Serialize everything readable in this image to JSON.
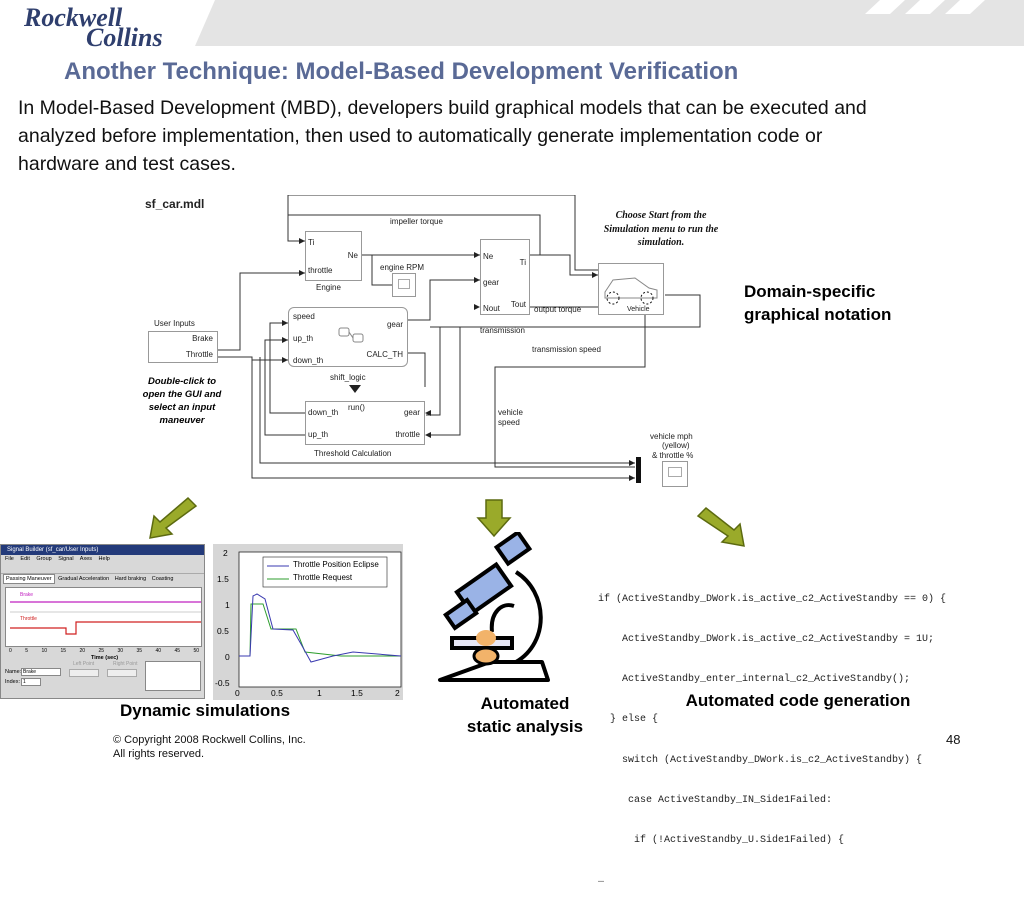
{
  "header": {
    "logo_line1": "Rockwell",
    "logo_line2": "Collins",
    "title": "Another Technique: Model-Based Development Verification"
  },
  "intro": "In Model-Based Development (MBD), developers build graphical models that can be executed and analyzed before implementation, then used to automatically generate implementation code or hardware and test cases.",
  "model": {
    "name": "sf_car.mdl",
    "user_inputs": "User Inputs",
    "brake": "Brake",
    "throttle_in": "Throttle",
    "double_click_note": "Double-click to open the GUI and select an input maneuver",
    "engine": "Engine",
    "engine_ti": "Ti",
    "engine_ne": "Ne",
    "engine_throttle": "throttle",
    "impeller_torque": "impeller torque",
    "engine_rpm": "engine RPM",
    "trans_ne": "Ne",
    "trans_gear": "gear",
    "trans_nout": "Nout",
    "trans_ti": "Ti",
    "trans_tout": "Tout",
    "transmission": "transmission",
    "output_torque": "output torque",
    "vehicle": "Vehicle",
    "choose_start_note": "Choose Start from the Simulation menu to run the simulation.",
    "shift_speed": "speed",
    "shift_up_th": "up_th",
    "shift_down_th": "down_th",
    "shift_gear": "gear",
    "shift_calc_th": "CALC_TH",
    "shift_logic": "shift_logic",
    "transmission_speed": "transmission speed",
    "thresh_run": "run()",
    "thresh_down_th": "down_th",
    "thresh_up_th": "up_th",
    "thresh_gear": "gear",
    "thresh_throttle": "throttle",
    "threshold_calc": "Threshold Calculation",
    "vehicle_speed_1": "vehicle",
    "vehicle_speed_2": "speed",
    "scope_label_1": "vehicle mph",
    "scope_label_2": "(yellow)",
    "scope_label_3": "& throttle  %"
  },
  "domain_label_1": "Domain-specific",
  "domain_label_2": "graphical notation",
  "signal_builder": {
    "window_title": "Signal Builder (sf_car/User Inputs)",
    "menu": [
      "File",
      "Edit",
      "Group",
      "Signal",
      "Axes",
      "Help"
    ],
    "tabs": [
      "Passing Maneuver",
      "Gradual Acceleration",
      "Hard braking",
      "Coasting"
    ],
    "signal_brake": "Brake",
    "signal_throttle": "Throttle",
    "time_axis": "Time (sec)",
    "name_label": "Name:",
    "name_value": "Brake",
    "index_label": "Index:",
    "index_value": "1",
    "left_point": "Left Point",
    "right_point": "Right Point",
    "ticks_x": [
      "0",
      "5",
      "10",
      "15",
      "20",
      "25",
      "30",
      "35",
      "40",
      "45",
      "50"
    ]
  },
  "plot": {
    "legend": [
      "Throttle Position Eclipse",
      "Throttle Request"
    ],
    "y_ticks": [
      "2",
      "1.5",
      "1",
      "0.5",
      "0",
      "-0.5"
    ],
    "x_ticks": [
      "0",
      "0.5",
      "1",
      "1.5",
      "2"
    ],
    "colors": {
      "eclipse": "#3a3ab0",
      "request": "#2e9e2e"
    }
  },
  "captions": {
    "dynamic_simulations": "Dynamic simulations",
    "static_analysis_1": "Automated",
    "static_analysis_2": "static analysis",
    "code_generation": "Automated code generation"
  },
  "code": [
    "if (ActiveStandby_DWork.is_active_c2_ActiveStandby == 0) {",
    "    ActiveStandby_DWork.is_active_c2_ActiveStandby = 1U;",
    "    ActiveStandby_enter_internal_c2_ActiveStandby();",
    "  } else {",
    "    switch (ActiveStandby_DWork.is_c2_ActiveStandby) {",
    "     case ActiveStandby_IN_Side1Failed:",
    "      if (!ActiveStandby_U.Side1Failed) {",
    "…"
  ],
  "footer": {
    "copyright_1": "© Copyright 2008 Rockwell Collins, Inc.",
    "copyright_2": "All rights reserved.",
    "page_number": "48"
  },
  "colors": {
    "title": "#5a6a96",
    "arrow_fill": "#9aaa2a",
    "arrow_stroke": "#5c6a10",
    "header_stripe": "#dcdcdc"
  }
}
